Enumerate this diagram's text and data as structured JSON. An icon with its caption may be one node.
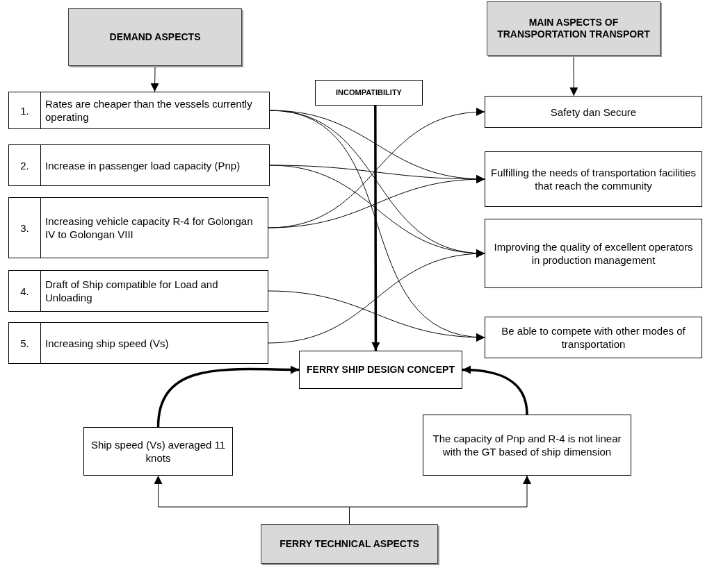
{
  "diagram": {
    "nodes": [
      {
        "text": [
          "DEMAND ASPECTS"
        ]
      },
      {
        "text": [
          "MAIN ASPECTS OF TRANSPORTATION TRANSPORT"
        ]
      },
      {
        "text": [
          "1.",
          "Rates are cheaper than the vessels currently operating"
        ]
      },
      {
        "text": [
          "INCOMPATIBILITY"
        ]
      },
      {
        "text": [
          "Safety dan Secure"
        ]
      },
      {
        "text": [
          "2.",
          "Increase in passenger load capacity (Pnp)"
        ]
      },
      {
        "text": [
          "Fulfilling the needs of transportation facilities that reach the community"
        ]
      },
      {
        "text": [
          "3.",
          "Increasing vehicle capacity R-4 for Golongan IV to Golongan VIII"
        ]
      },
      {
        "text": [
          "Improving the quality of excellent operators in production management"
        ]
      },
      {
        "text": [
          "4.",
          "Draft of Ship compatible for Load and Unloading"
        ]
      },
      {
        "text": [
          "5.",
          "Increasing ship speed (Vs)"
        ]
      },
      {
        "text": [
          "Be able to compete with other modes of transportation"
        ]
      },
      {
        "text": [
          "FERRY SHIP DESIGN CONCEPT"
        ]
      },
      {
        "text": [
          "Ship speed (Vs) averaged 11 knots"
        ]
      },
      {
        "text": [
          "The capacity of Pnp and R-4 is not linear with the GT based of ship dimension"
        ]
      },
      {
        "text": [
          "FERRY TECHNICAL ASPECTS"
        ]
      }
    ],
    "edges": [
      {
        "from": 0,
        "to": 2,
        "arrow": "to"
      },
      {
        "from": 1,
        "to": 4,
        "arrow": "to"
      },
      {
        "from": 2,
        "to": 6,
        "arrow": "to"
      },
      {
        "from": 2,
        "to": 8,
        "arrow": "to"
      },
      {
        "from": 2,
        "to": 11,
        "arrow": "to"
      },
      {
        "from": 5,
        "to": 6,
        "arrow": "to"
      },
      {
        "from": 5,
        "to": 8,
        "arrow": "to"
      },
      {
        "from": 7,
        "to": 4,
        "arrow": "to"
      },
      {
        "from": 7,
        "to": 6,
        "arrow": "to"
      },
      {
        "from": 9,
        "to": 11,
        "arrow": "to"
      },
      {
        "from": 10,
        "to": 8,
        "arrow": "to"
      },
      {
        "from": 3,
        "to": 12,
        "arrow": "to",
        "style": "thick"
      },
      {
        "from": 13,
        "to": 12,
        "arrow": "to",
        "style": "thick"
      },
      {
        "from": 14,
        "to": 12,
        "arrow": "to",
        "style": "thick"
      },
      {
        "from": 15,
        "to": 13,
        "arrow": "to"
      },
      {
        "from": 15,
        "to": 14,
        "arrow": "to"
      }
    ]
  }
}
